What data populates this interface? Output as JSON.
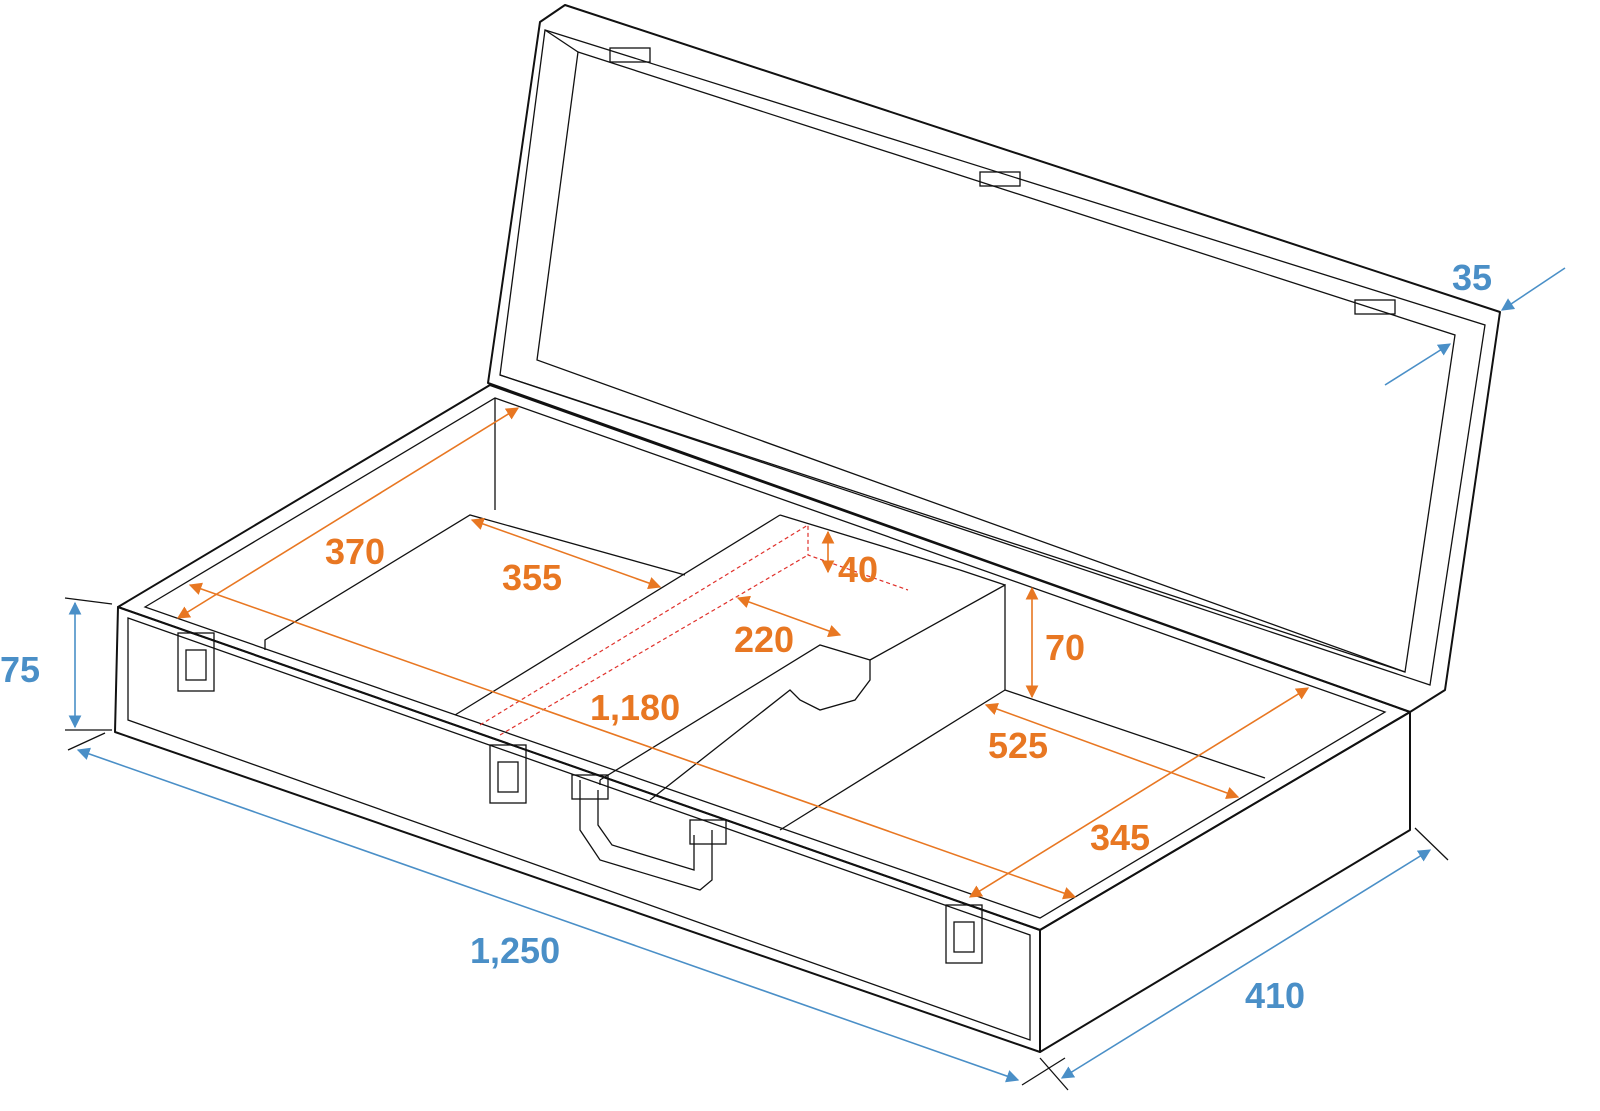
{
  "colors": {
    "inner_dimension": "#E87722",
    "outer_dimension": "#4A8FC7",
    "outline": "#111111"
  },
  "inner_dimensions": {
    "depth_left": "370",
    "compartment_left_width": "355",
    "divider_depth": "40",
    "slot_width": "220",
    "inner_length": "1,180",
    "compartment_height": "70",
    "compartment_right_width": "525",
    "depth_right": "345"
  },
  "outer_dimensions": {
    "lid_height": "35",
    "base_height": "75",
    "length": "1,250",
    "width": "410"
  }
}
